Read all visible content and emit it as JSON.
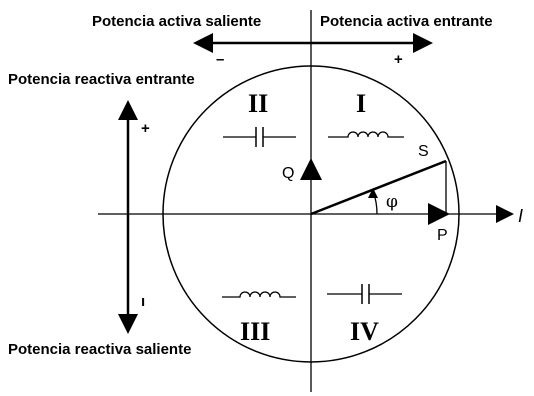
{
  "labels": {
    "active_outgoing": "Potencia activa saliente",
    "active_incoming": "Potencia activa entrante",
    "reactive_incoming": "Potencia reactiva entrante",
    "reactive_outgoing": "Potencia reactiva saliente",
    "minus_sign": "–",
    "plus_sign_horizontal": "+",
    "plus_sign_vertical": "+",
    "minus_sign_vertical": "ı"
  },
  "quadrants": {
    "q1": "I",
    "q2": "II",
    "q3": "III",
    "q4": "IV"
  },
  "vectors": {
    "s": "S",
    "q": "Q",
    "p": "P",
    "i": "I",
    "phi": "φ"
  },
  "icons": {
    "q1_symbol": "inductor-icon",
    "q2_symbol": "capacitor-icon",
    "q3_symbol": "inductor-icon",
    "q4_symbol": "capacitor-icon"
  }
}
